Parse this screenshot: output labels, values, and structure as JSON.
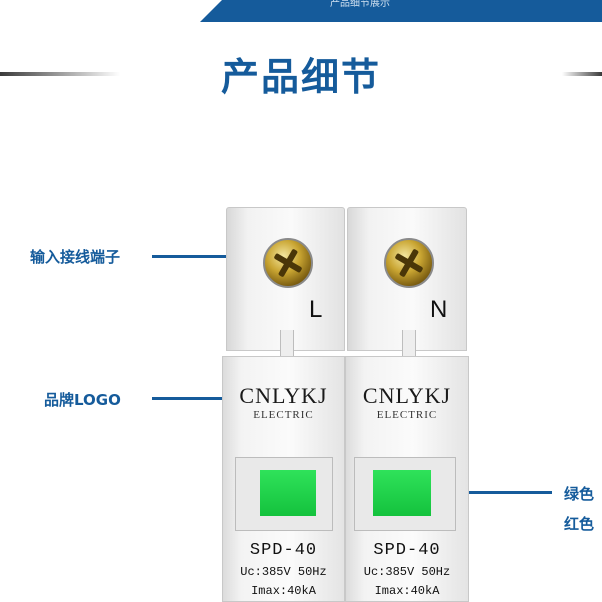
{
  "banner": {
    "subtitle": "产品细节展示"
  },
  "heading": "产品细节",
  "callouts": {
    "terminal": "输入接线端子",
    "logo": "品牌LOGO",
    "indicator_line1": "绿色",
    "indicator_line2": "红色"
  },
  "device": {
    "poles": [
      {
        "terminal_label": "L",
        "brand": "CNLYKJ",
        "brand_sub": "ELECTRIC",
        "model": "SPD-40",
        "spec_uc": "Uc:385V 50Hz",
        "spec_imax": "Imax:40kA"
      },
      {
        "terminal_label": "N",
        "brand": "CNLYKJ",
        "brand_sub": "ELECTRIC",
        "model": "SPD-40",
        "spec_uc": "Uc:385V 50Hz",
        "spec_imax": "Imax:40kA"
      }
    ]
  },
  "colors": {
    "accent": "#155b9b",
    "indicator_green": "#1fd64a"
  }
}
